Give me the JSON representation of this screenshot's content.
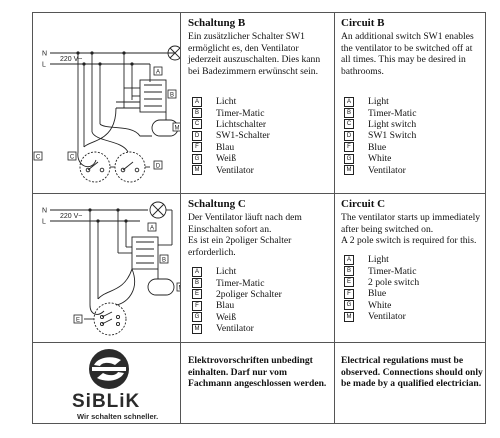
{
  "diagram_top": {
    "terminal_n": "N",
    "terminal_l": "L",
    "voltage": "220 V~",
    "tags": [
      "A",
      "B",
      "C",
      "C",
      "D",
      "M"
    ]
  },
  "diagram_bottom": {
    "terminal_n": "N",
    "terminal_l": "L",
    "voltage": "220 V~",
    "tags": [
      "A",
      "B",
      "E",
      "M"
    ]
  },
  "schaltung_b": {
    "title": "Schaltung B",
    "lines": [
      "Ein zusätzlicher Schalter SW1",
      "ermöglicht es, den Ventilator",
      "jederzeit auszuschalten. Dies kann",
      "bei Badezimmern erwünscht sein."
    ],
    "legend": [
      {
        "key": "A",
        "label": "Licht"
      },
      {
        "key": "B",
        "label": "Timer-Matic"
      },
      {
        "key": "C",
        "label": "Lichtschalter"
      },
      {
        "key": "D",
        "label": "SW1-Schalter"
      },
      {
        "key": "F",
        "label": "Blau"
      },
      {
        "key": "G",
        "label": "Weiß"
      },
      {
        "key": "M",
        "label": "Ventilator"
      }
    ]
  },
  "circuit_b": {
    "title": "Circuit B",
    "lines": [
      "An additional switch SW1 enables",
      "the ventilator to be switched off at",
      "all times. This may be desired in",
      "bathrooms."
    ],
    "legend": [
      {
        "key": "A",
        "label": "Light"
      },
      {
        "key": "B",
        "label": "Timer-Matic"
      },
      {
        "key": "C",
        "label": "Light switch"
      },
      {
        "key": "D",
        "label": "SW1 Switch"
      },
      {
        "key": "F",
        "label": "Blue"
      },
      {
        "key": "G",
        "label": "White"
      },
      {
        "key": "M",
        "label": "Ventilator"
      }
    ]
  },
  "schaltung_c": {
    "title": "Schaltung C",
    "lines": [
      "Der Ventilator läuft nach dem",
      "Einschalten sofort an.",
      "Es ist ein 2poliger Schalter",
      "erforderlich."
    ],
    "legend": [
      {
        "key": "A",
        "label": "Licht"
      },
      {
        "key": "B",
        "label": "Timer-Matic"
      },
      {
        "key": "E",
        "label": "2poliger Schalter"
      },
      {
        "key": "F",
        "label": "Blau"
      },
      {
        "key": "G",
        "label": "Weiß"
      },
      {
        "key": "M",
        "label": "Ventilator"
      }
    ]
  },
  "circuit_c": {
    "title": "Circuit C",
    "lines": [
      "The ventilator starts up immediately",
      "after being switched on.",
      "A 2 pole switch is required for this."
    ],
    "legend": [
      {
        "key": "A",
        "label": "Light"
      },
      {
        "key": "B",
        "label": "Timer-Matic"
      },
      {
        "key": "E",
        "label": "2 pole switch"
      },
      {
        "key": "F",
        "label": "Blue"
      },
      {
        "key": "G",
        "label": "White"
      },
      {
        "key": "M",
        "label": "Ventilator"
      }
    ]
  },
  "footer": {
    "brand": "SiBLiK",
    "slogan": "Wir schalten schneller.",
    "warning_de": [
      "Elektrovorschriften unbedingt",
      "einhalten. Darf nur vom",
      "Fachmann angeschlossen werden."
    ],
    "warning_en": [
      "Electrical regulations must be",
      "observed. Connections should only",
      "be made by a qualified electrician."
    ]
  },
  "colors": {
    "line": "#555555",
    "ink": "#111111",
    "logo_dark": "#2b2b2b",
    "logo_light": "#ffffff"
  }
}
